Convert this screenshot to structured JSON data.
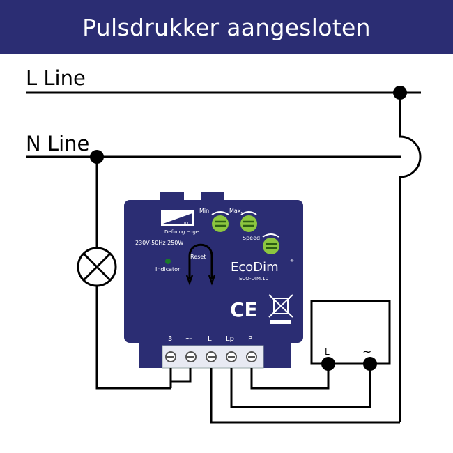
{
  "header": {
    "title": "Pulsdrukker aangesloten"
  },
  "lines": {
    "l_line": "L Line",
    "n_line": "N Line"
  },
  "module": {
    "brand": "EcoDim",
    "registered": "®",
    "model": "ECO-DIM.10",
    "rating": "230V-50Hz  250W",
    "edge_label": "Defining edge",
    "rc_label": "R.C",
    "min_label": "Min.",
    "max_label": "Max.",
    "speed_label": "Speed",
    "reset_label": "Reset",
    "indicator_label": "Indicator",
    "ce_mark": "CE",
    "terminals": [
      "3",
      "~",
      "L",
      "Lp",
      "P"
    ]
  },
  "switch": {
    "terminal_l": "L",
    "terminal_pulse": "~"
  },
  "colors": {
    "header_bg": "#2b2d73",
    "module_bg": "#2b2d73",
    "knob": "#8cc63f",
    "indicator": "#1a7a2a",
    "text_white": "#ffffff",
    "wire": "#000000"
  }
}
